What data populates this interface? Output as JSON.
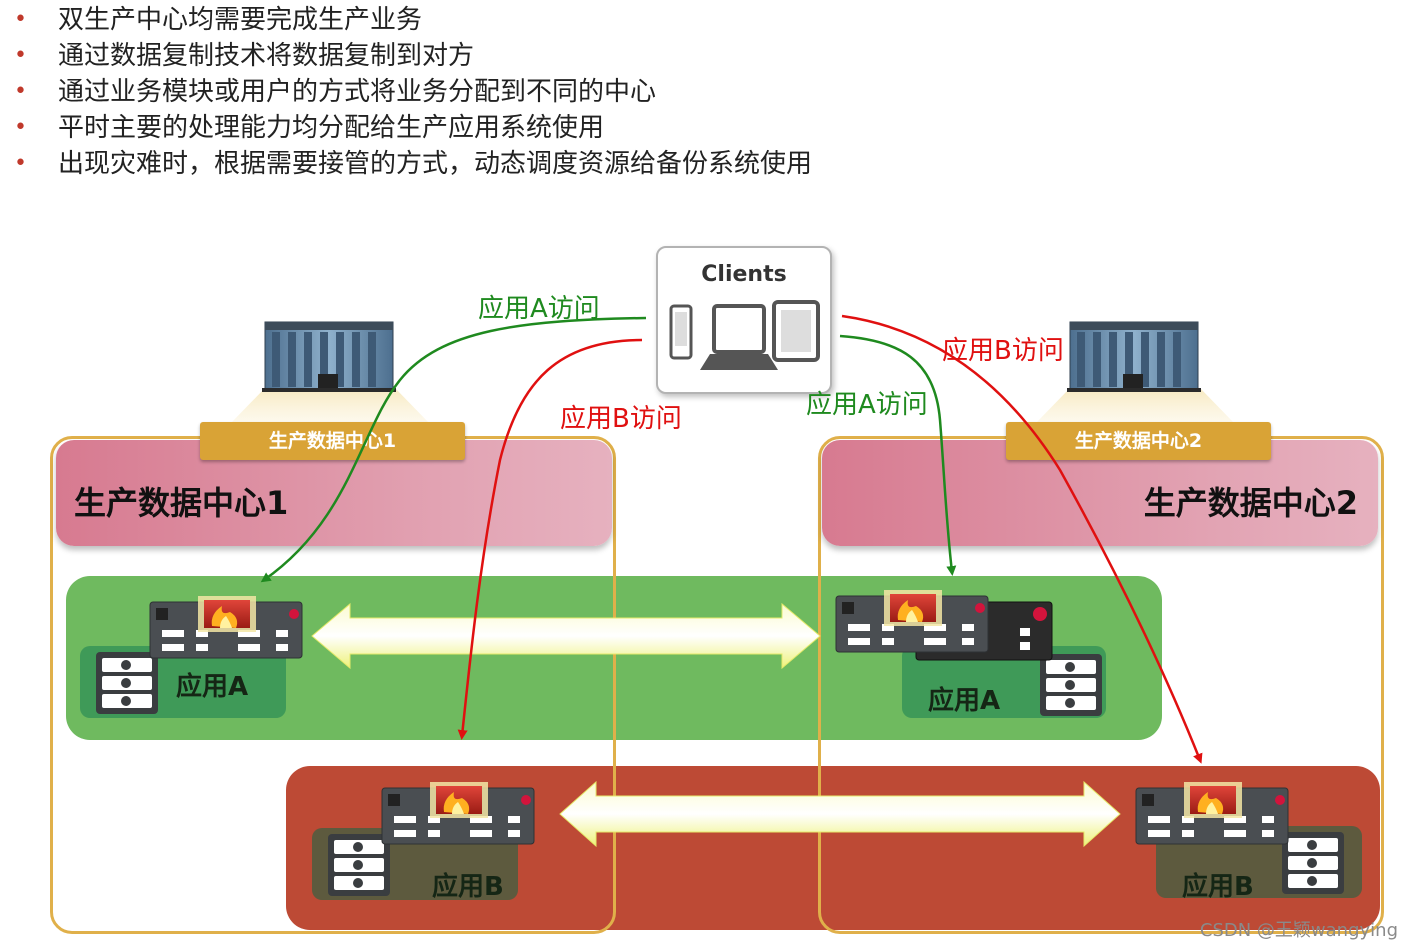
{
  "bullets": [
    "双生产中心均需要完成生产业务",
    "通过数据复制技术将数据复制到对方",
    "通过业务模块或用户的方式将业务分配到不同的中心",
    "平时主要的处理能力均分配给生产应用系统使用",
    "出现灾难时，根据需要接管的方式，动态调度资源给备份系统使用"
  ],
  "clients_title": "Clients",
  "dc1": {
    "tab": "生产数据中心1",
    "title": "生产数据中心1"
  },
  "dc2": {
    "tab": "生产数据中心2",
    "title": "生产数据中心2"
  },
  "apps": {
    "a": "应用A",
    "b": "应用B"
  },
  "connections": {
    "a_left": "应用A访问",
    "b_left": "应用B访问",
    "a_right": "应用A访问",
    "b_right": "应用B访问"
  },
  "colors": {
    "access_a": "#1f8a1f",
    "access_b": "#e01010",
    "green_band": "#6fba5f",
    "red_band": "#bd4a35",
    "frame": "#e0b04a"
  },
  "watermark": "CSDN @王颖wangying"
}
